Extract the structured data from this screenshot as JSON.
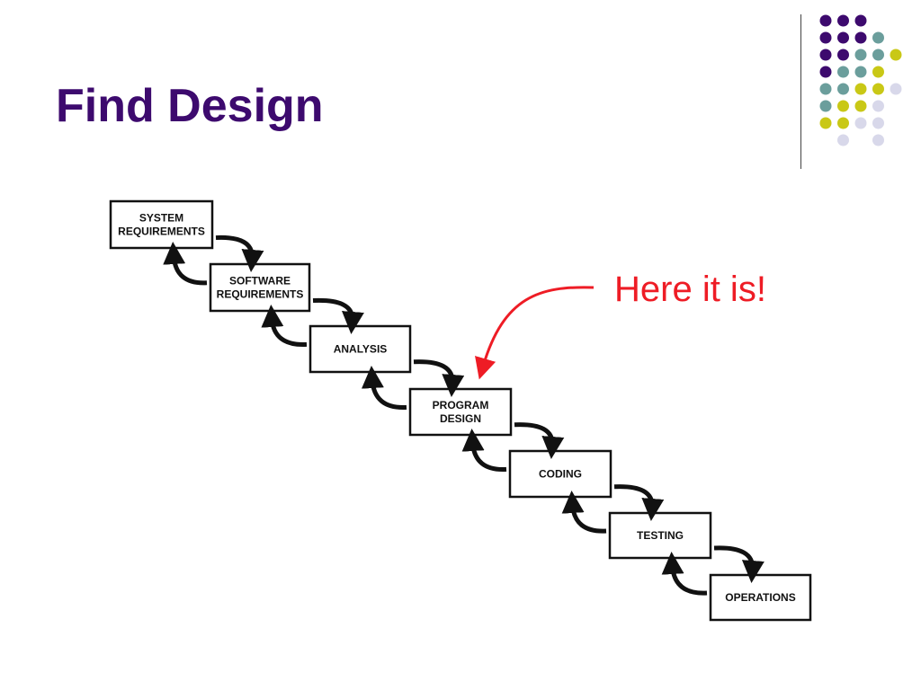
{
  "slide": {
    "title": "Find Design"
  },
  "colors": {
    "title": "#3d0a6e",
    "callout": "#ee1c25",
    "box_border": "#111111",
    "arrow": "#111111",
    "dot_purple": "#3d0a6e",
    "dot_teal": "#6b9e9c",
    "dot_yellow": "#c9c816",
    "dot_lavender": "#d8d8ea"
  },
  "dot_grid": {
    "rows": [
      [
        "purple",
        "purple",
        "purple",
        "",
        ""
      ],
      [
        "purple",
        "purple",
        "purple",
        "teal",
        ""
      ],
      [
        "purple",
        "purple",
        "teal",
        "teal",
        "yellow"
      ],
      [
        "purple",
        "teal",
        "teal",
        "yellow",
        ""
      ],
      [
        "teal",
        "teal",
        "yellow",
        "yellow",
        "lavender"
      ],
      [
        "teal",
        "yellow",
        "yellow",
        "lavender",
        ""
      ],
      [
        "yellow",
        "yellow",
        "lavender",
        "lavender",
        ""
      ],
      [
        "",
        "lavender",
        "",
        "lavender",
        ""
      ]
    ]
  },
  "waterfall": {
    "stages": [
      {
        "lines": [
          "SYSTEM",
          "REQUIREMENTS"
        ]
      },
      {
        "lines": [
          "SOFTWARE",
          "REQUIREMENTS"
        ]
      },
      {
        "lines": [
          "ANALYSIS"
        ]
      },
      {
        "lines": [
          "PROGRAM",
          "DESIGN"
        ]
      },
      {
        "lines": [
          "CODING"
        ]
      },
      {
        "lines": [
          "TESTING"
        ]
      },
      {
        "lines": [
          "OPERATIONS"
        ]
      }
    ],
    "highlight_stage": 3
  },
  "callout": {
    "text": "Here it is!"
  }
}
